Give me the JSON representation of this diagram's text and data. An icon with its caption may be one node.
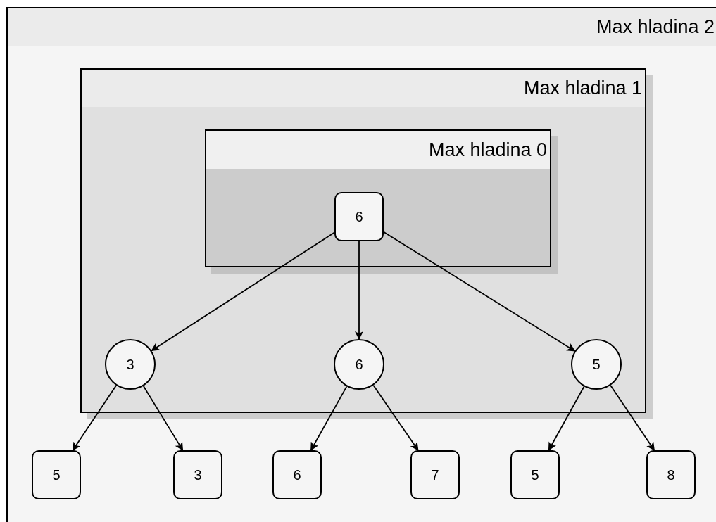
{
  "diagram": {
    "nodes": [
      {
        "text": [
          "Max hladina 2"
        ]
      },
      {
        "text": [
          "Max hladina 1"
        ],
        "in": 0
      },
      {
        "text": [
          "Max hladina 0"
        ],
        "in": 1
      },
      {
        "text": [
          "6"
        ],
        "in": 2
      },
      {
        "text": [
          "3"
        ],
        "in": 1
      },
      {
        "text": [
          "6"
        ],
        "in": 1
      },
      {
        "text": [
          "5"
        ],
        "in": 1
      },
      {
        "text": [
          "5"
        ],
        "in": 0
      },
      {
        "text": [
          "3"
        ],
        "in": 0
      },
      {
        "text": [
          "6"
        ],
        "in": 0
      },
      {
        "text": [
          "7"
        ],
        "in": 0
      },
      {
        "text": [
          "5"
        ],
        "in": 0
      },
      {
        "text": [
          "8"
        ],
        "in": 0
      }
    ],
    "edges": [
      {
        "from": 3,
        "to": 4,
        "arrow": "to"
      },
      {
        "from": 3,
        "to": 5,
        "arrow": "to"
      },
      {
        "from": 3,
        "to": 6,
        "arrow": "to"
      },
      {
        "from": 4,
        "to": 7,
        "arrow": "to"
      },
      {
        "from": 4,
        "to": 8,
        "arrow": "to"
      },
      {
        "from": 5,
        "to": 9,
        "arrow": "to"
      },
      {
        "from": 5,
        "to": 10,
        "arrow": "to"
      },
      {
        "from": 6,
        "to": 11,
        "arrow": "to"
      },
      {
        "from": 6,
        "to": 12,
        "arrow": "to"
      }
    ]
  }
}
